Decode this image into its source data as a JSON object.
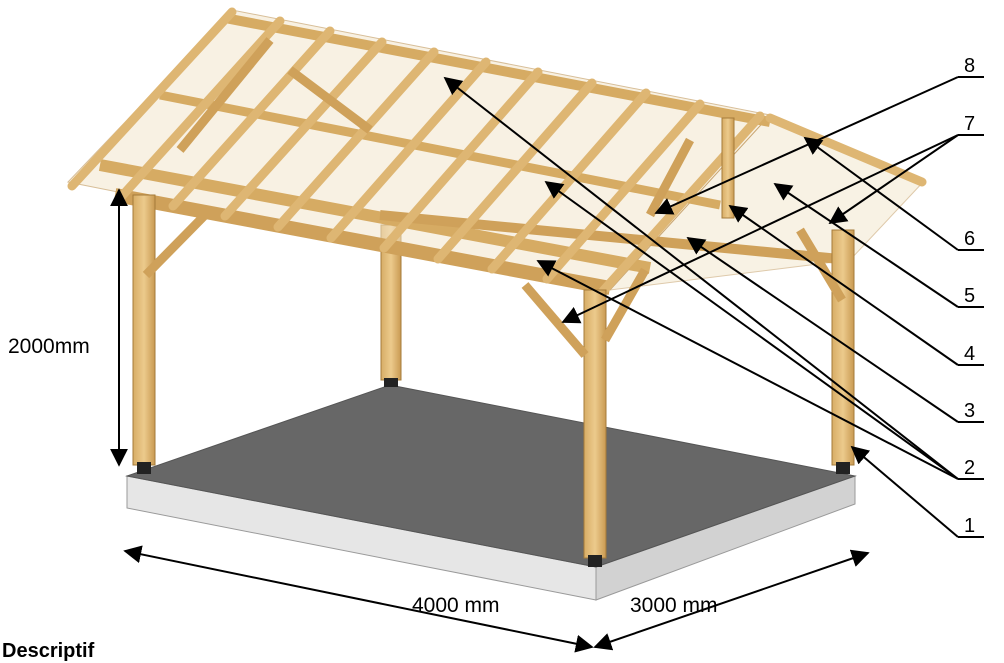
{
  "dimensions": {
    "height": "2000mm",
    "length": "4000 mm",
    "width": "3000 mm"
  },
  "callouts": [
    {
      "number": "8"
    },
    {
      "number": "7"
    },
    {
      "number": "6"
    },
    {
      "number": "5"
    },
    {
      "number": "4"
    },
    {
      "number": "3"
    },
    {
      "number": "2"
    },
    {
      "number": "1"
    }
  ],
  "footer": {
    "text": "Descriptif"
  },
  "colors": {
    "wood": "#e3bf7f",
    "wood_dark": "#b88a45",
    "slab_top": "#6b6b6b",
    "slab_side": "#e4e4e4",
    "line": "#000000"
  }
}
